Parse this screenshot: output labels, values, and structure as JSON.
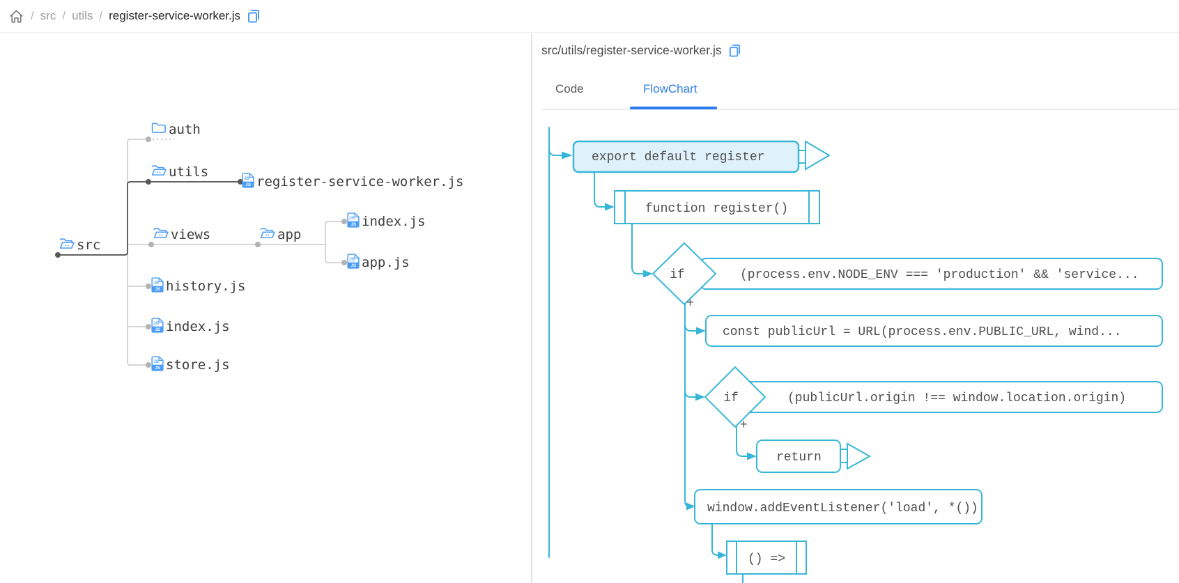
{
  "colors": {
    "accent_blue": "#4a9df6",
    "active_tab_blue": "#2b7ce9",
    "flow_stroke": "#38b6d8",
    "flow_fill": "#dff1fa",
    "tree_line_gray": "#c9c9c9",
    "tree_line_dark": "#4b4b4b"
  },
  "breadcrumb": {
    "separator": "/",
    "crumbs": [
      "src",
      "utils",
      "register-service-worker.js"
    ]
  },
  "tree": {
    "src": "src",
    "auth": "auth",
    "utils": "utils",
    "views": "views",
    "app": "app",
    "register": "register-service-worker.js",
    "app_index": "index.js",
    "app_app": "app.js",
    "history": "history.js",
    "index": "index.js",
    "store": "store.js"
  },
  "panel": {
    "title": "src/utils/register-service-worker.js",
    "tab_code": "Code",
    "tab_flowchart": "FlowChart"
  },
  "flowchart": {
    "export": "export default register",
    "function": "function register()",
    "if": "if",
    "cond1": "(process.env.NODE_ENV === 'production' && 'service...",
    "const_publicurl": "const publicUrl = URL(process.env.PUBLIC_URL, wind...",
    "cond2": "(publicUrl.origin !== window.location.origin)",
    "return": "return",
    "listener": "window.addEventListener('load', *())",
    "arrow_fn": "() =>",
    "plus": "+"
  }
}
